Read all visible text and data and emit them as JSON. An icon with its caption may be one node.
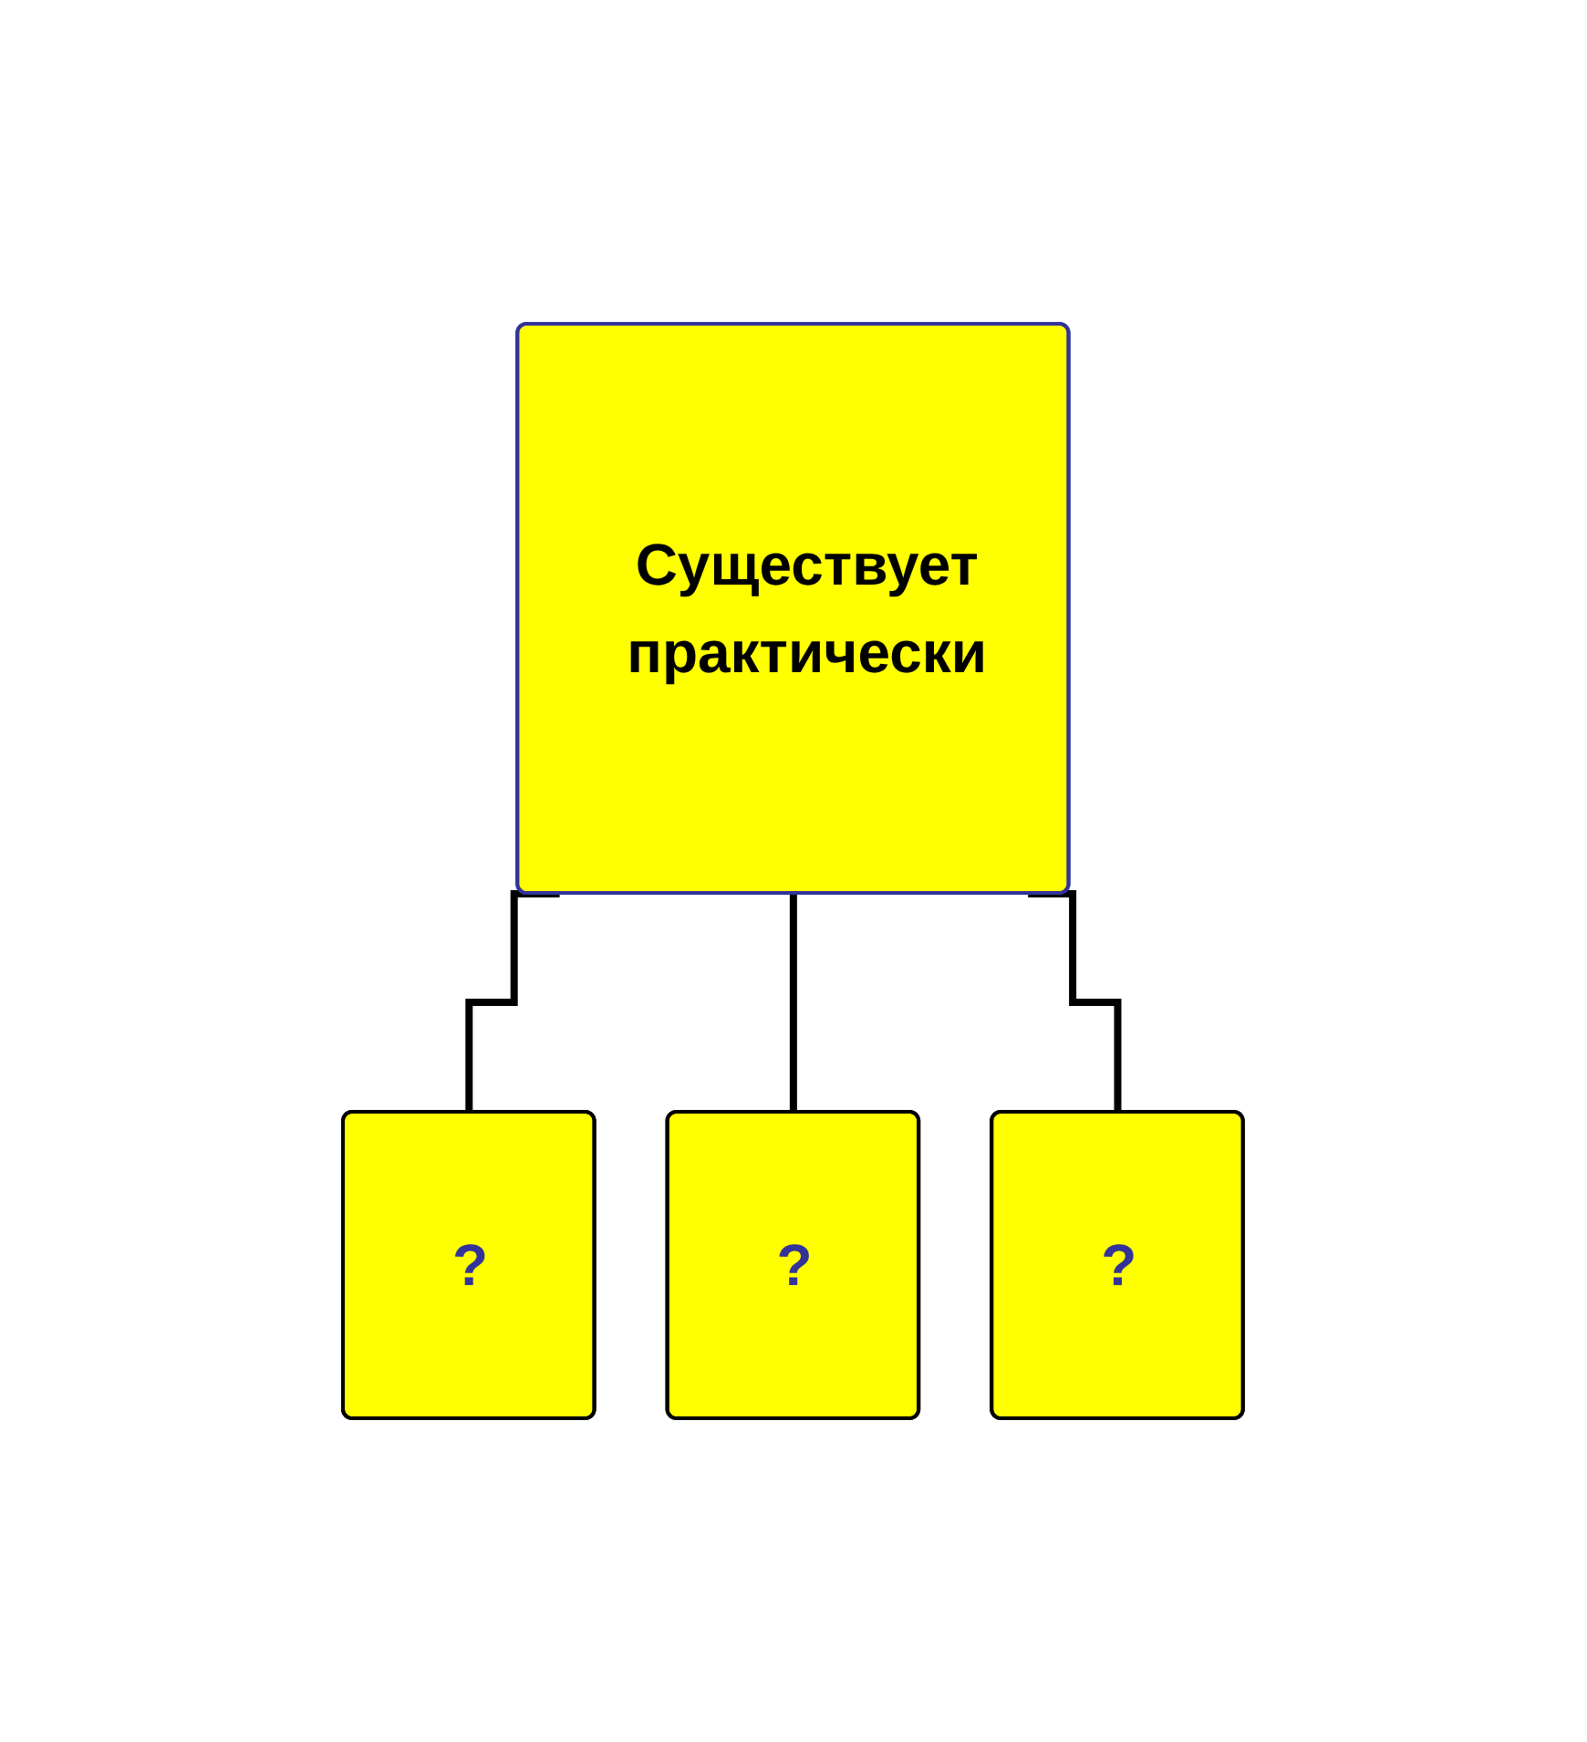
{
  "diagram": {
    "nodes": [
      {
        "text": [
          "Существует",
          "практически"
        ]
      },
      {
        "text": [
          "?"
        ]
      },
      {
        "text": [
          "?"
        ]
      },
      {
        "text": [
          "?"
        ]
      }
    ],
    "edges": [
      {
        "from": 0,
        "to": 1,
        "arrow": "none"
      },
      {
        "from": 0,
        "to": 2,
        "arrow": "none"
      },
      {
        "from": 0,
        "to": 3,
        "arrow": "none"
      }
    ]
  }
}
